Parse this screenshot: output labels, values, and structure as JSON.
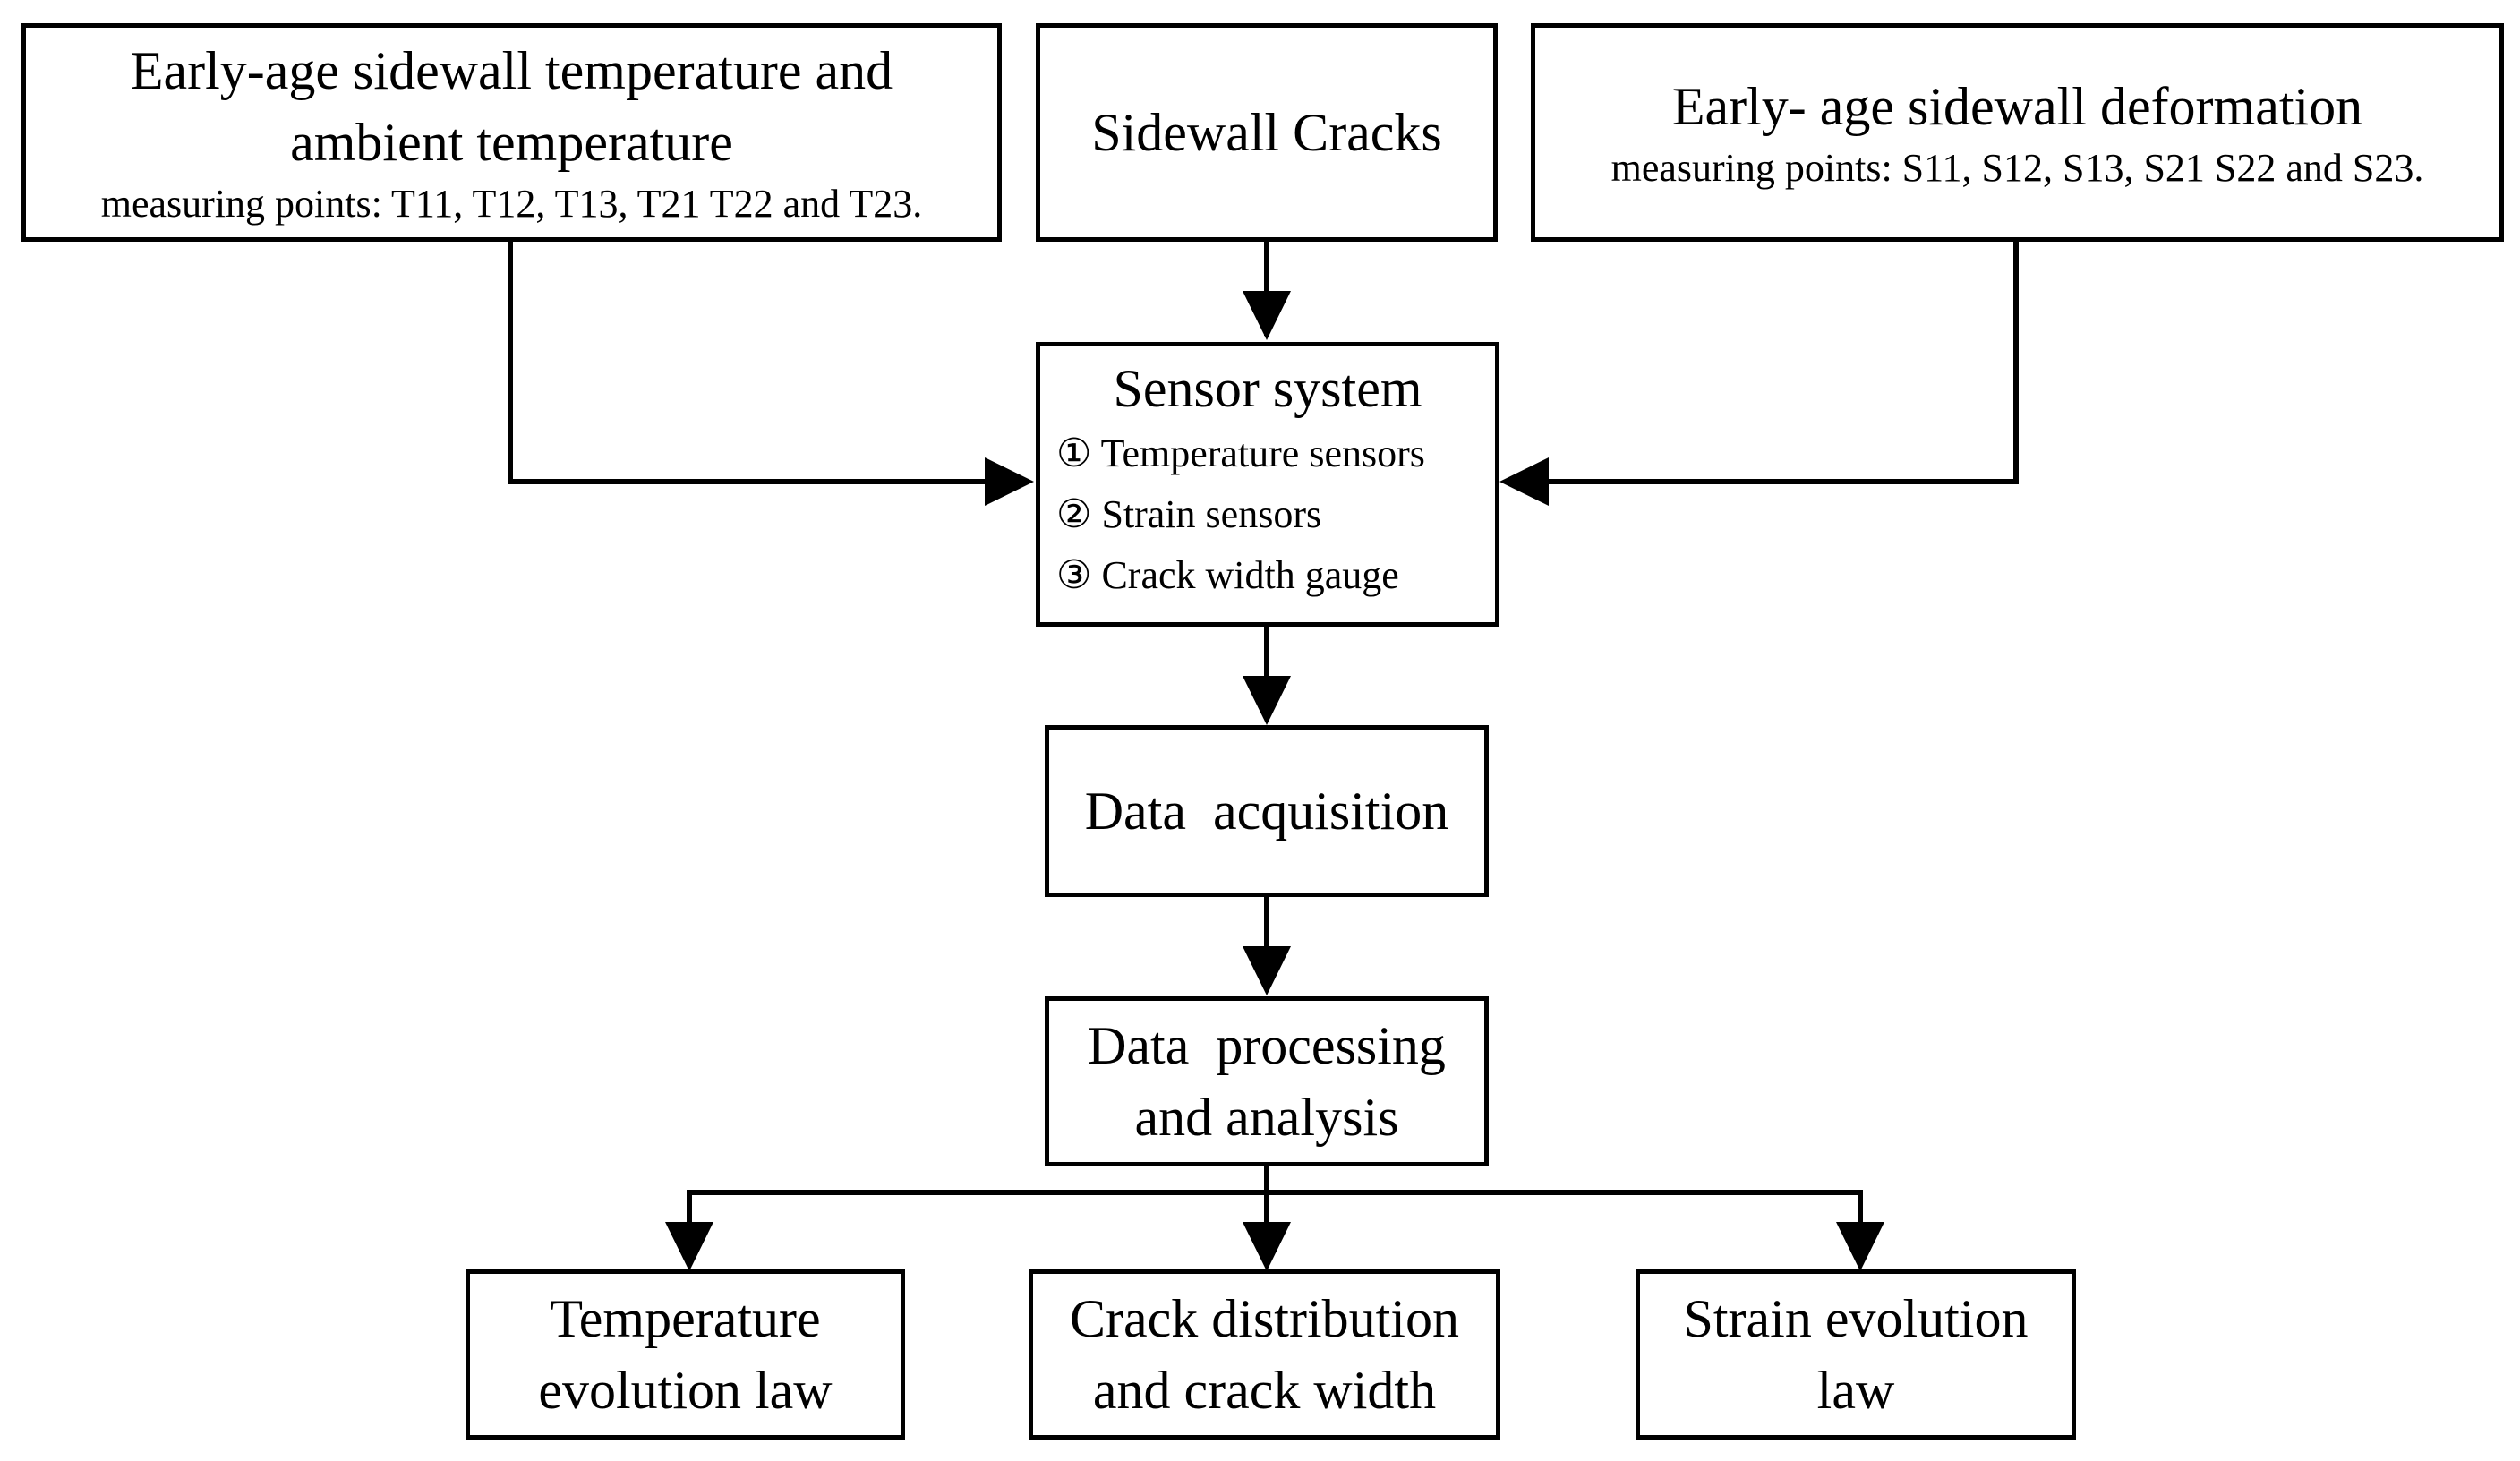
{
  "boxes": {
    "temperature_input": {
      "title_line1": "Early-age sidewall temperature and",
      "title_line2": "ambient temperature",
      "note": "measuring points: T11, T12, T13, T21 T22 and T23."
    },
    "sidewall_cracks": {
      "title": "Sidewall Cracks"
    },
    "deformation_input": {
      "title": "Early- age sidewall deformation",
      "note": "measuring points: S11, S12, S13, S21 S22 and S23."
    },
    "sensor_system": {
      "title": "Sensor system",
      "items": [
        "① Temperature sensors",
        "② Strain sensors",
        "③ Crack width gauge"
      ]
    },
    "data_acquisition": {
      "title": "Data  acquisition"
    },
    "data_processing": {
      "line1": "Data  processing",
      "line2": "and analysis"
    },
    "outputs": [
      {
        "line1": "Temperature",
        "line2": "evolution law"
      },
      {
        "line1": "Crack distribution",
        "line2": "and crack width"
      },
      {
        "line1": "Strain evolution",
        "line2": "law"
      }
    ]
  }
}
